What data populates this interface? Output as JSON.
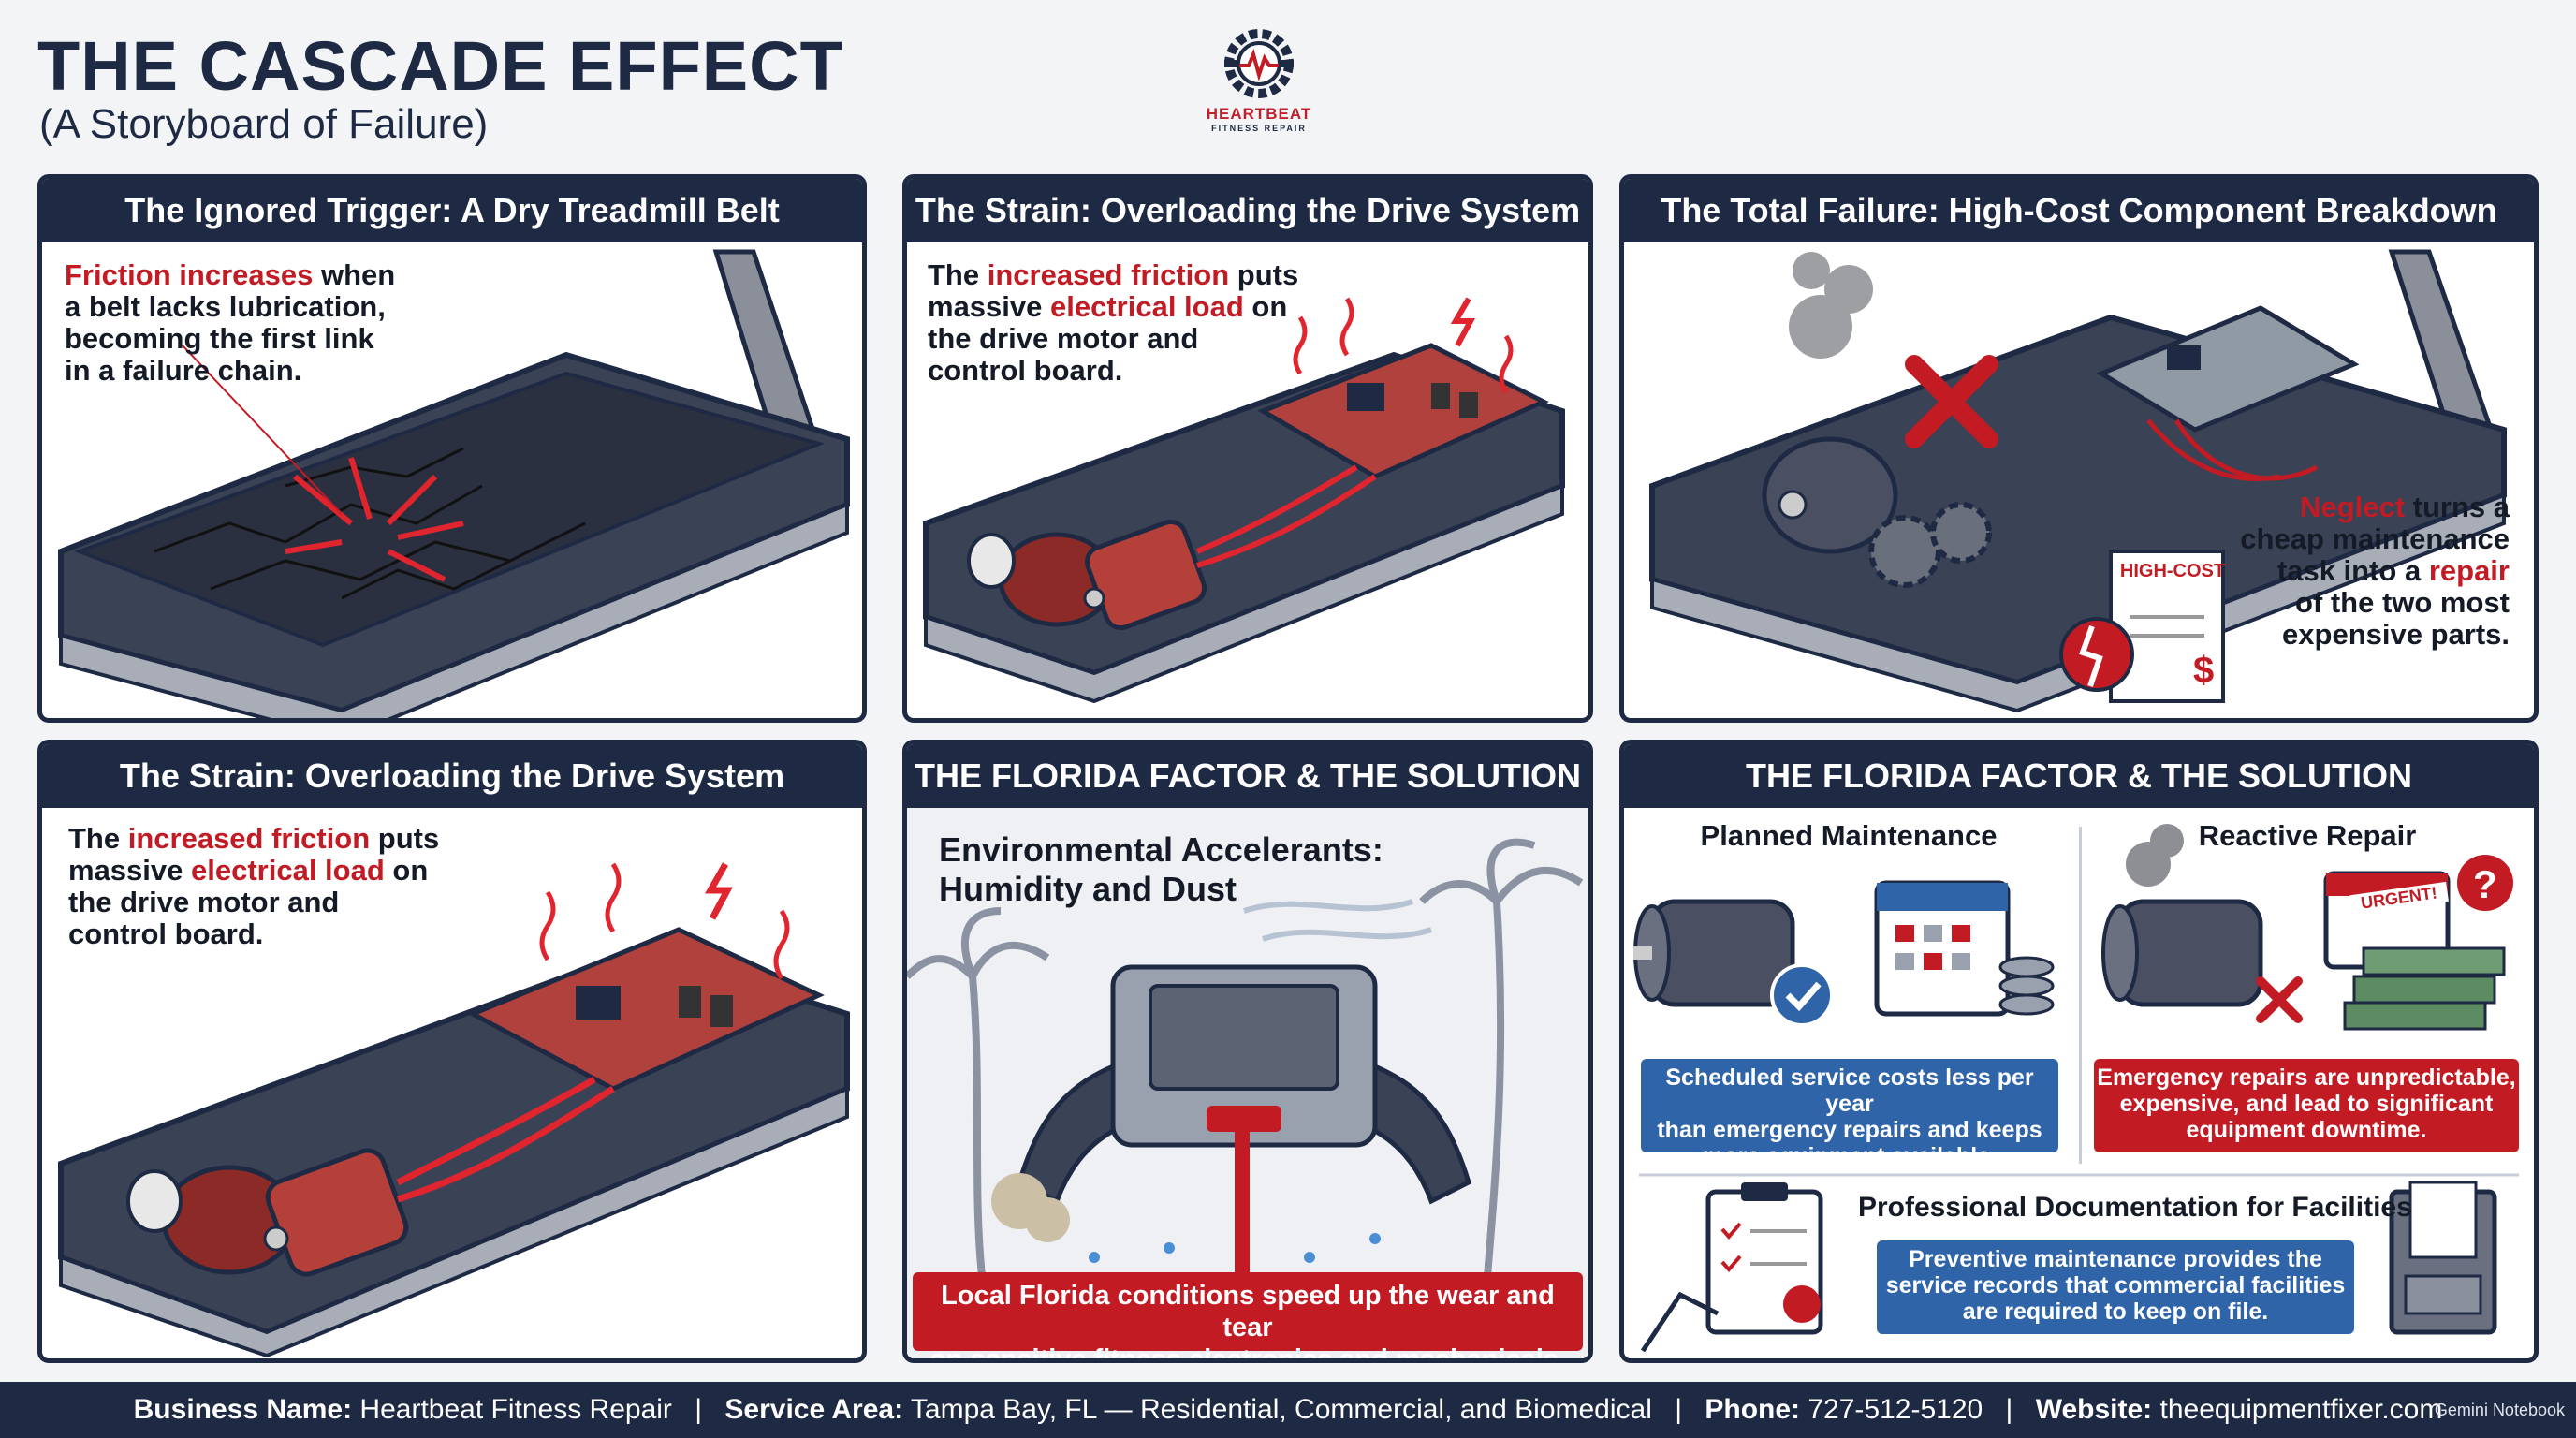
{
  "header": {
    "title": "THE CASCADE EFFECT",
    "subtitle": "(A Storyboard of Failure)",
    "logo_text": "HEARTBEAT",
    "logo_subtext": "FITNESS REPAIR"
  },
  "panels": [
    {
      "heading": "The Ignored Trigger: A Dry Treadmill Belt",
      "caption": [
        [
          {
            "t": "Friction increases",
            "hl": true
          },
          {
            "t": " when",
            "hl": false
          }
        ],
        [
          {
            "t": "a belt lacks lubrication,",
            "hl": false
          }
        ],
        [
          {
            "t": "becoming the first link",
            "hl": false
          }
        ],
        [
          {
            "t": "in a failure chain.",
            "hl": false
          }
        ]
      ]
    },
    {
      "heading": "The Strain: Overloading the Drive System",
      "caption": [
        [
          {
            "t": "The ",
            "hl": false
          },
          {
            "t": "increased friction",
            "hl": true
          },
          {
            "t": " puts",
            "hl": false
          }
        ],
        [
          {
            "t": "massive ",
            "hl": false
          },
          {
            "t": "electrical load",
            "hl": true
          },
          {
            "t": " on",
            "hl": false
          }
        ],
        [
          {
            "t": "the drive motor and",
            "hl": false
          }
        ],
        [
          {
            "t": "control board.",
            "hl": false
          }
        ]
      ]
    },
    {
      "heading": "The Total Failure: High-Cost Component Breakdown",
      "invoice_label": "HIGH-COST",
      "caption": [
        [
          {
            "t": "Neglect",
            "hl": true
          },
          {
            "t": " turns a",
            "hl": false
          }
        ],
        [
          {
            "t": "cheap maintenance",
            "hl": false
          }
        ],
        [
          {
            "t": "task into a ",
            "hl": false
          },
          {
            "t": "repair",
            "hl": true
          }
        ],
        [
          {
            "t": "of the two most",
            "hl": false
          }
        ],
        [
          {
            "t": "expensive parts.",
            "hl": false
          }
        ]
      ]
    },
    {
      "heading": "The Strain: Overloading the Drive System",
      "caption": [
        [
          {
            "t": "The ",
            "hl": false
          },
          {
            "t": "increased friction",
            "hl": true
          },
          {
            "t": " puts",
            "hl": false
          }
        ],
        [
          {
            "t": "massive ",
            "hl": false
          },
          {
            "t": "electrical load",
            "hl": true
          },
          {
            "t": " on",
            "hl": false
          }
        ],
        [
          {
            "t": "the drive motor and",
            "hl": false
          }
        ],
        [
          {
            "t": "control board.",
            "hl": false
          }
        ]
      ]
    },
    {
      "heading": "THE FLORIDA FACTOR & THE SOLUTION",
      "env_title_1": "Environmental Accelerants:",
      "env_title_2": "Humidity and Dust",
      "banner_1": "Local Florida conditions speed up the wear and tear",
      "banner_2": "on sensitive fitness electronics and mechanicals."
    },
    {
      "heading": "THE FLORIDA FACTOR & THE SOLUTION",
      "planned_title": "Planned Maintenance",
      "reactive_title": "Reactive Repair",
      "urgent_label": "URGENT!",
      "planned_box": [
        "Scheduled service costs less per year",
        "than emergency repairs and keeps",
        "more equipment available."
      ],
      "reactive_box": [
        "Emergency repairs are unpredictable,",
        "expensive, and lead to significant",
        "equipment downtime."
      ],
      "doc_title": "Professional Documentation for Facilities",
      "doc_box": [
        "Preventive maintenance provides the",
        "service records that commercial facilities",
        "are required to keep on file."
      ]
    }
  ],
  "footer": {
    "name_label": "Business Name:",
    "name_value": "Heartbeat Fitness Repair",
    "area_label": "Service Area:",
    "area_value": "Tampa Bay, FL — Residential, Commercial, and Biomedical",
    "phone_label": "Phone:",
    "phone_value": "727-512-5120",
    "web_label": "Website:",
    "web_value": "theequipmentfixer.com",
    "badge": "Gemini Notebook"
  },
  "colors": {
    "navy": "#1e2a44",
    "accent_red": "#c21b24",
    "accent_blue": "#2f65a8"
  }
}
